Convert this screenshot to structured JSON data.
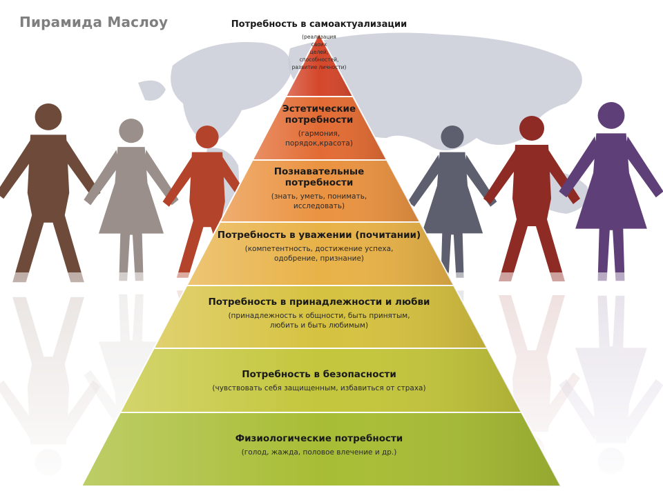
{
  "title": "Пирамида Маслоу",
  "levels": [
    {
      "heading": "Потребность в самоактуализации",
      "details": [
        "(реализация",
        "своих",
        "целей,",
        "способностей,",
        "развитие личности)"
      ],
      "color": "#d4472b"
    },
    {
      "heading": "Эстетические потребности",
      "details": [
        "(гармония,",
        "порядок,красота)"
      ],
      "color": "#e26b33"
    },
    {
      "heading": "Познавательные потребности",
      "details": [
        "(знать, уметь, понимать,",
        "исследовать)"
      ],
      "color": "#ea9341"
    },
    {
      "heading": "Потребность в уважении (почитании)",
      "details": [
        "(компетентность, достижение успеха,",
        "одобрение, признание)"
      ],
      "color": "#e8b247"
    },
    {
      "heading": "Потребность в принадлежности и любви",
      "details": [
        "(принадлежность к общности, быть принятым,",
        "любить и быть любимым)"
      ],
      "color": "#d6c240"
    },
    {
      "heading": "Потребность в безопасности",
      "details": [
        "(чувствовать себя защищенным, избавиться от страха)"
      ],
      "color": "#c4c63c"
    },
    {
      "heading": "Физиологические потребности",
      "details": [
        "(голод, жажда, половое влечение и др.)"
      ],
      "color": "#a8bd35"
    }
  ],
  "figures": {
    "colors": [
      "#6e4a3a",
      "#9a8f8a",
      "#b3432a",
      "#5d5f6e",
      "#8e2b25",
      "#5f3f78"
    ],
    "map_color": "#c9ccd6"
  }
}
